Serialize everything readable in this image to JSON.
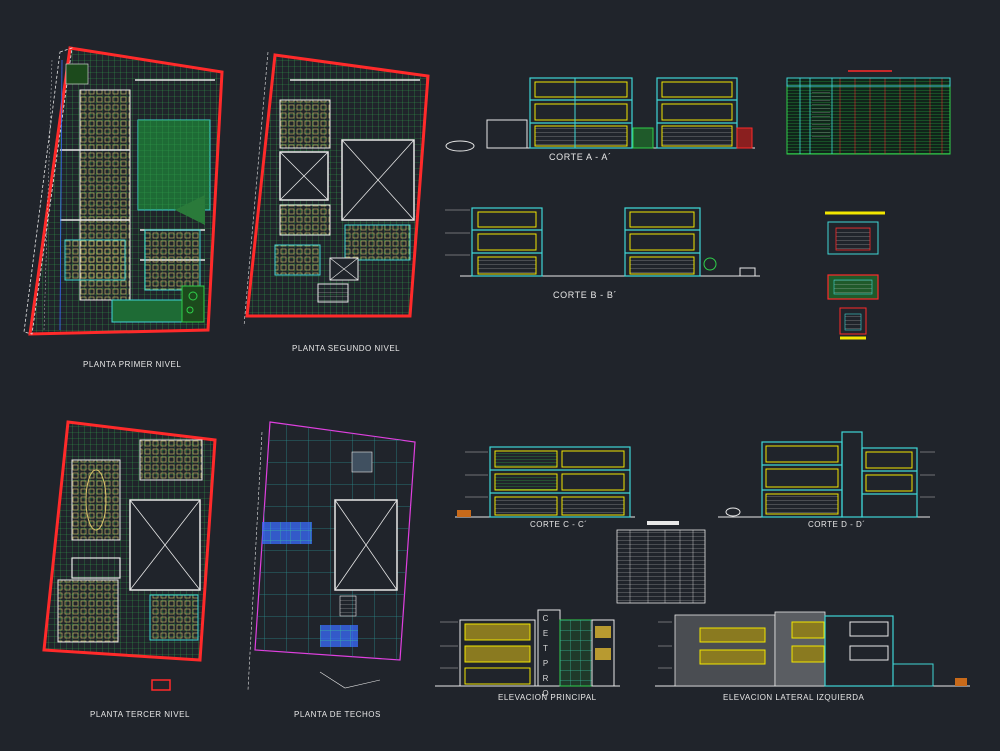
{
  "labels": {
    "planta_primer": "PLANTA PRIMER NIVEL",
    "planta_segundo": "PLANTA SEGUNDO NIVEL",
    "planta_tercer": "PLANTA TERCER NIVEL",
    "planta_techos": "PLANTA DE TECHOS",
    "corte_aa": "CORTE A - A´",
    "corte_bb": "CORTE B - B´",
    "corte_cc": "CORTE  C - C´",
    "corte_dd": "CORTE  D - D´",
    "elev_principal": "ELEVACION PRINCIPAL",
    "elev_lateral": "ELEVACION LATERAL IZQUIERDA",
    "sign": "CETPRO"
  },
  "colors": {
    "background": "#20242b",
    "wall_red": "#ff2a2a",
    "wall_white": "#e8e8e8",
    "grid_green": "#2f9e4a",
    "cyan": "#3fd6d6",
    "yellow": "#f2e600",
    "blue": "#3a6bff",
    "magenta": "#e040e0",
    "roof_grid": "#2a8a8a"
  }
}
